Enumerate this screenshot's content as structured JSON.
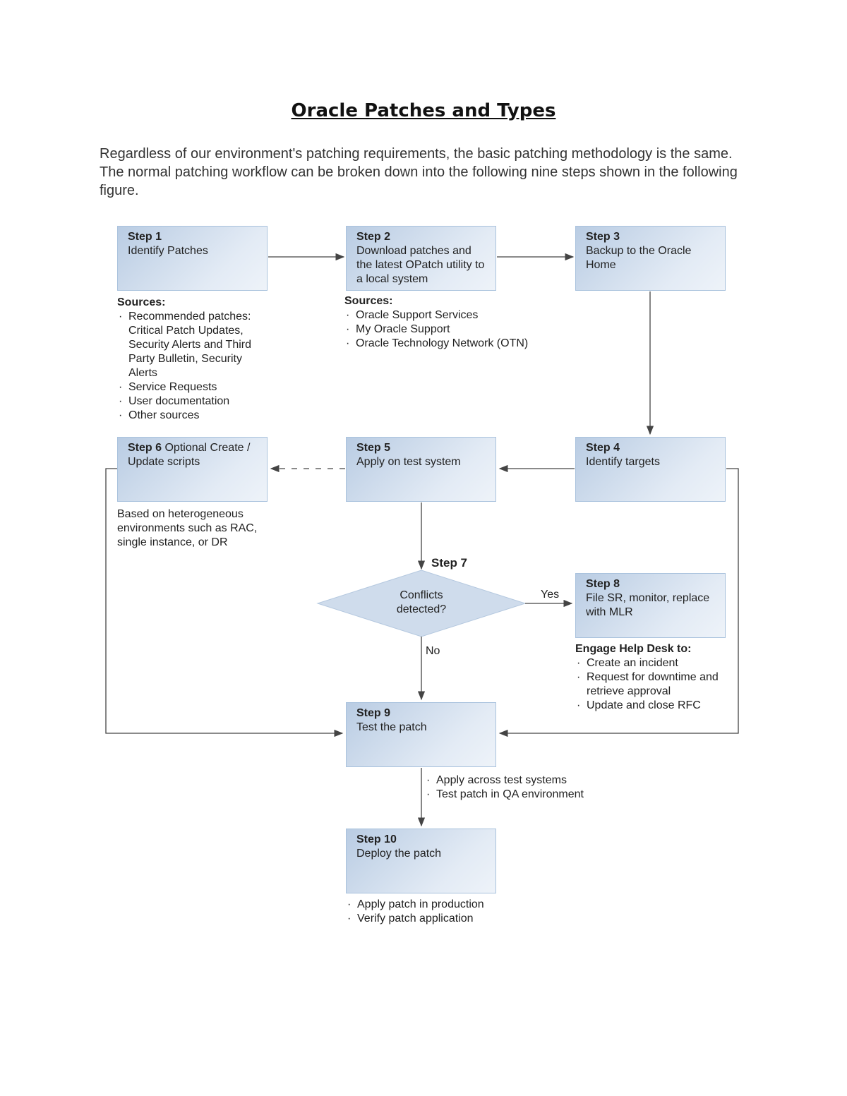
{
  "title": "Oracle Patches and Types",
  "intro": "Regardless of our environment's patching requirements, the basic patching methodology is the same. The normal patching workflow can be broken down into the following nine steps shown in the following figure.",
  "colors": {
    "box_fill_dark": "#b9cce3",
    "box_fill_light": "#eef3f9",
    "box_border": "#a9c2dd",
    "line": "#444444"
  },
  "steps": {
    "s1": {
      "label": "Step 1",
      "text": "Identify Patches"
    },
    "s2": {
      "label": "Step 2",
      "text": "Download patches and the latest OPatch utility to a local system"
    },
    "s3": {
      "label": "Step 3",
      "text": "Backup to the Oracle Home"
    },
    "s4": {
      "label": "Step 4",
      "text": "Identify targets"
    },
    "s5": {
      "label": "Step 5",
      "text": "Apply on test system"
    },
    "s6": {
      "label": "Step 6",
      "text": "Optional Create / Update scripts"
    },
    "s7": {
      "label": "Step 7",
      "text": "Conflicts detected?"
    },
    "s8": {
      "label": "Step 8",
      "text": "File SR, monitor, replace with MLR"
    },
    "s9": {
      "label": "Step 9",
      "text": "Test the patch"
    },
    "s10": {
      "label": "Step 10",
      "text": "Deploy the patch"
    }
  },
  "notes": {
    "n1": {
      "heading": "Sources:",
      "items": [
        "Recommended patches: Critical Patch Updates, Security Alerts and Third Party Bulletin, Security Alerts",
        "Service Requests",
        "User documentation",
        "Other sources"
      ]
    },
    "n2": {
      "heading": "Sources:",
      "items": [
        "Oracle Support Services",
        "My Oracle Support",
        "Oracle Technology Network (OTN)"
      ]
    },
    "n6": {
      "text": "Based on heterogeneous environments such as RAC, single instance, or DR"
    },
    "n8": {
      "heading": "Engage Help Desk to:",
      "items": [
        "Create an incident",
        "Request for downtime and retrieve approval",
        "Update and close RFC"
      ]
    },
    "n9": {
      "items": [
        "Apply across test systems",
        "Test patch in QA environment"
      ]
    },
    "n10": {
      "items": [
        "Apply patch in production",
        "Verify patch application"
      ]
    }
  },
  "edge_labels": {
    "yes": "Yes",
    "no": "No"
  }
}
